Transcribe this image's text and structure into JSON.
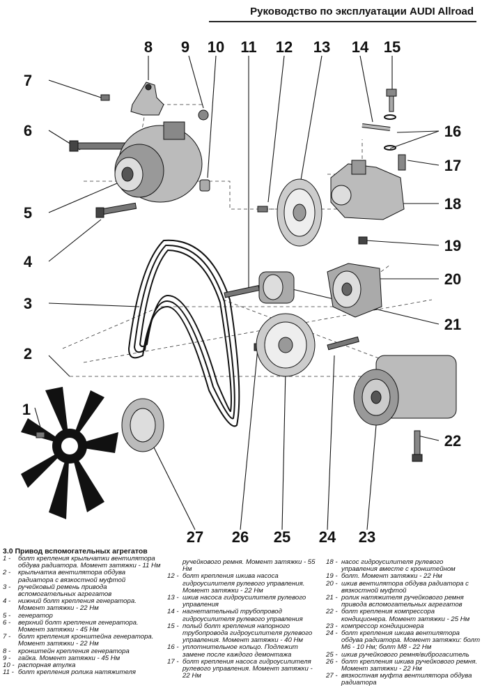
{
  "header": {
    "title": "Руководство по эксплуатации AUDI Allroad"
  },
  "callouts": [
    "1",
    "2",
    "3",
    "4",
    "5",
    "6",
    "7",
    "8",
    "9",
    "10",
    "11",
    "12",
    "13",
    "14",
    "15",
    "16",
    "17",
    "18",
    "19",
    "20",
    "21",
    "22",
    "23",
    "24",
    "25",
    "26",
    "27"
  ],
  "caption": {
    "title": "3.0 Привод вспомогательных агрегатов"
  },
  "legend": {
    "col1": [
      {
        "n": "1 -",
        "t": "болт крепления крыльчатки вентилятора обдува радиатора. Момент затяжки - 11 Нм"
      },
      {
        "n": "2 -",
        "t": "крыльчатка вентилятора обдува радиатора с вязкостной муфтой"
      },
      {
        "n": "3 -",
        "t": "ручейковый ремень привода вспомогательных агрегатов"
      },
      {
        "n": "4 -",
        "t": "нижний болт крепления генератора. Момент затяжки - 22 Нм"
      },
      {
        "n": "5 -",
        "t": "генератор"
      },
      {
        "n": "6 -",
        "t": "верхний болт крепления генератора. Момент затяжки - 45 Нм"
      },
      {
        "n": "7 -",
        "t": "болт крепления кронштейна генератора. Момент затяжки - 22 Нм"
      },
      {
        "n": "8 -",
        "t": "кронштейн крепления генератора"
      },
      {
        "n": "9 -",
        "t": "гайка. Момент затяжки - 45 Нм"
      },
      {
        "n": "10 -",
        "t": "распорная втулка"
      },
      {
        "n": "11 -",
        "t": "болт крепления ролика натяжителя"
      }
    ],
    "col2": [
      {
        "n": "",
        "t": "ручейкового ремня. Момент затяжки - 55 Нм"
      },
      {
        "n": "12 -",
        "t": "болт крепления шкива насоса гидроусилителя рулевого управления. Момент затяжки - 22 Нм"
      },
      {
        "n": "13 -",
        "t": "шкив насоса гидроусилителя рулевого управления"
      },
      {
        "n": "14 -",
        "t": "нагнетательный трубопровод гидроусилителя рулевого управления"
      },
      {
        "n": "15 -",
        "t": "полый болт крепления напорного трубопровода гидроусилителя рулевого управления. Момент затяжки - 40 Нм"
      },
      {
        "n": "16 -",
        "t": "уплотнительное кольцо. Подлежит замене после каждого демонтажа"
      },
      {
        "n": "17 -",
        "t": "болт крепления насоса гидроусилителя рулевого управления. Момент затяжки - 22 Нм"
      }
    ],
    "col3": [
      {
        "n": "18 -",
        "t": "насос гидроусилителя рулевого управления вместе с кронштейном"
      },
      {
        "n": "19 -",
        "t": "болт. Момент затяжки - 22 Нм"
      },
      {
        "n": "20 -",
        "t": "шкив вентилятора обдува радиатора с вязкостной муфтой"
      },
      {
        "n": "21 -",
        "t": "ролик натяжителя ручейкового ремня привода вспомогательных агрегатов"
      },
      {
        "n": "22 -",
        "t": "болт крепления компрессора кондиционера. Момент затяжки - 25 Нм"
      },
      {
        "n": "23 -",
        "t": "компрессор кондиционера"
      },
      {
        "n": "24 -",
        "t": "болт крепления шкива вентилятора обдува радиатора. Момент затяжки: болт М6 - 10 Нм; болт М8 - 22 Нм"
      },
      {
        "n": "25 -",
        "t": "шкив ручейкового ремня/виброгаситель"
      },
      {
        "n": "26 -",
        "t": "болт крепления шкива ручейкового ремня. Момент затяжки - 22 Нм"
      },
      {
        "n": "27 -",
        "t": "вязкостная муфта вентилятора обдува радиатора"
      }
    ]
  }
}
